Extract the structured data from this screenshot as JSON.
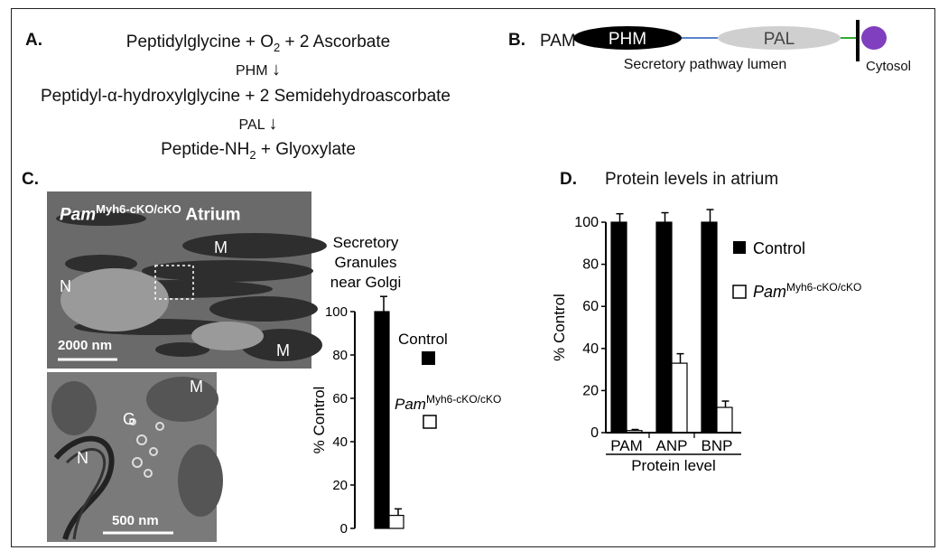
{
  "panel_a": {
    "letter": "A.",
    "substrate_pre": "Peptidylglycine + O",
    "substrate_sub": "2",
    "substrate_post": " + 2 Ascorbate",
    "enzyme1": "PHM",
    "arrow1": "↓",
    "intermediate_pre": "Peptidyl-",
    "alpha": "α",
    "intermediate_post": "-hydroxylglycine + 2 Semidehydroascorbate",
    "enzyme2": "PAL",
    "arrow2": "↓",
    "product_pre": "Peptide-NH",
    "product_sub": "2",
    "product_post": " + Glyoxylate"
  },
  "panel_b": {
    "letter": "B.",
    "protein": "PAM",
    "domain1": "PHM",
    "domain2": "PAL",
    "lumen_label": "Secretory pathway lumen",
    "cytosol_label": "Cytosol"
  },
  "panel_c": {
    "letter": "C.",
    "em_top": {
      "genotype": "Pam",
      "genotype_sup": "Myh6-cKO/cKO",
      "tissue": "Atrium",
      "labels": [
        "M",
        "N",
        "M"
      ],
      "scale": "2000 nm"
    },
    "em_bottom": {
      "labels": [
        "M",
        "G",
        "N"
      ],
      "scale": "500 nm"
    }
  },
  "panel_d": {
    "letter": "D.",
    "title": "Protein levels in atrium"
  },
  "colors": {
    "control": "#000000",
    "ko": "#ffffff",
    "border": "#222222"
  },
  "chart_data": [
    {
      "type": "bar",
      "title": "Secretory Granules near Golgi",
      "title_lines": [
        "Secretory",
        "Granules",
        "near Golgi"
      ],
      "ylabel": "% Control",
      "ylim": [
        0,
        100
      ],
      "yticks": [
        0,
        20,
        40,
        60,
        80,
        100
      ],
      "categories": [
        ""
      ],
      "legend": [
        {
          "name": "Control",
          "style": "filled"
        },
        {
          "name": "Pam",
          "sup": "Myh6-cKO/cKO",
          "style": "open"
        }
      ],
      "series": [
        {
          "name": "Control",
          "values": [
            100
          ],
          "error": [
            7
          ]
        },
        {
          "name": "Pam Myh6-cKO/cKO",
          "values": [
            6
          ],
          "error": [
            3
          ]
        }
      ]
    },
    {
      "type": "bar",
      "title": "Protein levels in atrium",
      "xlabel": "Protein level",
      "ylabel": "% Control",
      "ylim": [
        0,
        100
      ],
      "yticks": [
        0,
        20,
        40,
        60,
        80,
        100
      ],
      "categories": [
        "PAM",
        "ANP",
        "BNP"
      ],
      "legend": [
        {
          "name": "Control",
          "style": "filled"
        },
        {
          "name": "Pam",
          "sup": "Myh6-cKO/cKO",
          "style": "open"
        }
      ],
      "series": [
        {
          "name": "Control",
          "values": [
            100,
            100,
            100
          ],
          "error": [
            4,
            4.5,
            6
          ]
        },
        {
          "name": "Pam Myh6-cKO/cKO",
          "values": [
            1,
            33,
            12
          ],
          "error": [
            0.5,
            4.5,
            3
          ]
        }
      ]
    }
  ]
}
